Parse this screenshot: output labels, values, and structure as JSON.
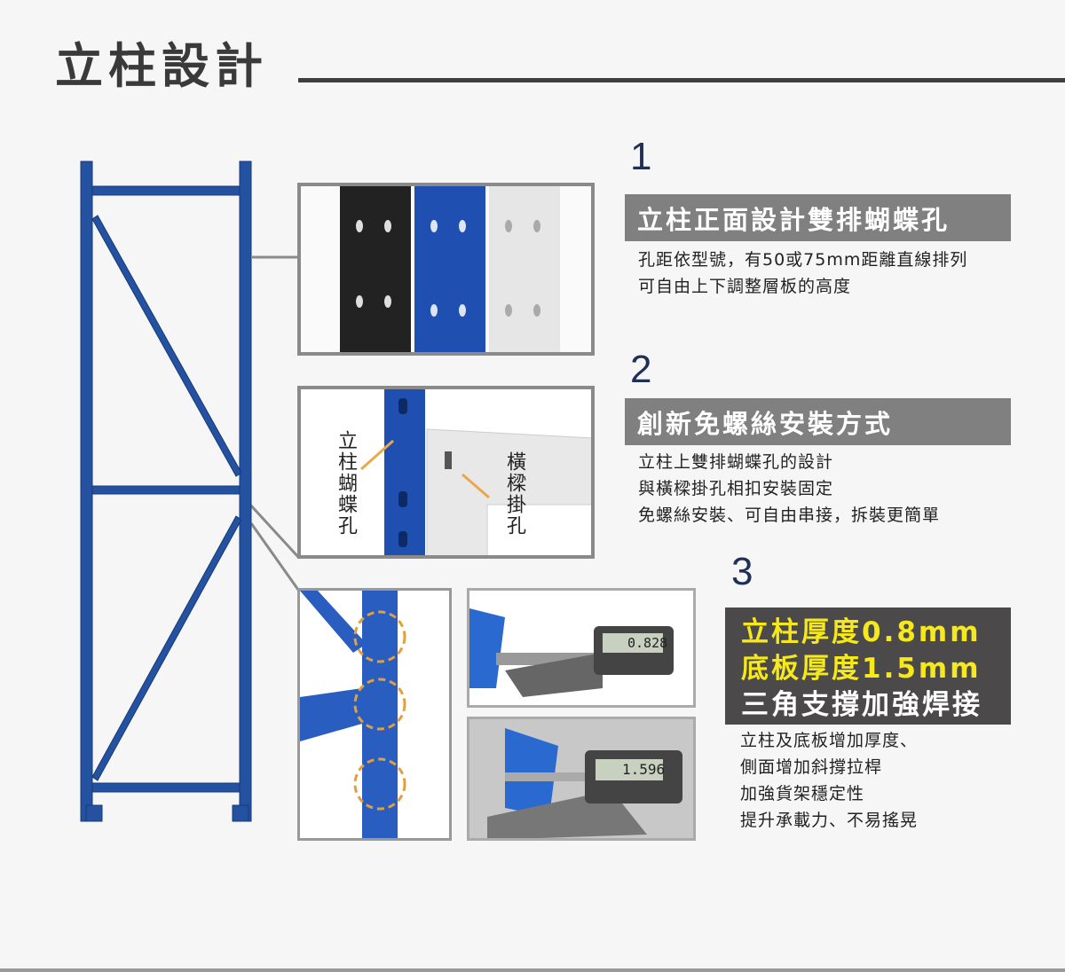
{
  "title": "立柱設計",
  "sections": [
    {
      "number": "1",
      "heading": "立柱正面設計雙排蝴蝶孔",
      "lines": [
        "孔距依型號，有50或75mm距離直線排列",
        "可自由上下調整層板的高度"
      ]
    },
    {
      "number": "2",
      "heading": "創新免螺絲安裝方式",
      "lines": [
        "立柱上雙排蝴蝶孔的設計",
        "與橫樑掛孔相扣安裝固定",
        "免螺絲安裝、可自由串接，拆裝更簡單"
      ]
    },
    {
      "number": "3",
      "heading_lines": [
        "立柱厚度0.8mm",
        "底板厚度1.5mm",
        "三角支撐加強焊接"
      ],
      "lines": [
        "立柱及底板增加厚度、",
        "側面增加斜撐拉桿",
        "加強貨架穩定性",
        "提升承載力、不易搖晃"
      ]
    }
  ],
  "callouts": {
    "upright_holes": "立柱蝴蝶孔",
    "beam_holes": "橫樑掛孔"
  },
  "gauges": {
    "reading_1": "0.828",
    "reading_2": "1.596"
  },
  "colors": {
    "frame_blue": "#2552a0",
    "number": "#1f2f55",
    "banner": "#808080",
    "banner_dark": "#4b4949",
    "highlight": "#f5e81c"
  }
}
